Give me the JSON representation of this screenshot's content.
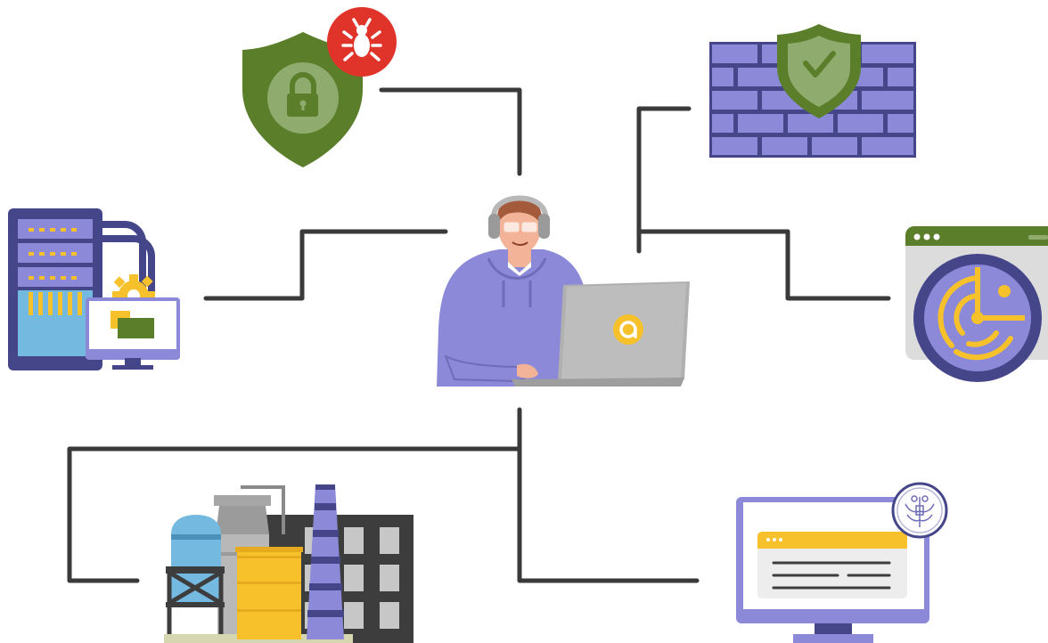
{
  "diagram": {
    "center": {
      "icon": "user-at-laptop-icon",
      "logo_icon": "at-sign-logo-icon"
    },
    "nodes": [
      {
        "id": "malware-protection",
        "icon": "shield-lock-bug-icon"
      },
      {
        "id": "firewall",
        "icon": "firewall-shield-check-icon"
      },
      {
        "id": "server-management",
        "icon": "server-rack-settings-icon"
      },
      {
        "id": "network-monitoring",
        "icon": "radar-browser-icon"
      },
      {
        "id": "industrial-facility",
        "icon": "factory-plant-icon"
      },
      {
        "id": "certified-website",
        "icon": "monitor-emblem-icon"
      }
    ],
    "connectors": 6
  },
  "colors": {
    "line": "#3a3a3a",
    "purple": "#6f6db8",
    "purple_dark": "#45458a",
    "lavender": "#8b89d8",
    "green": "#5b7e2a",
    "green_light": "#8fac6e",
    "yellow": "#f6c12b",
    "red": "#e0342a",
    "blue": "#74b9e0",
    "gray": "#b8b8b8",
    "skin": "#f3b398",
    "dark": "#3d3d3d"
  }
}
